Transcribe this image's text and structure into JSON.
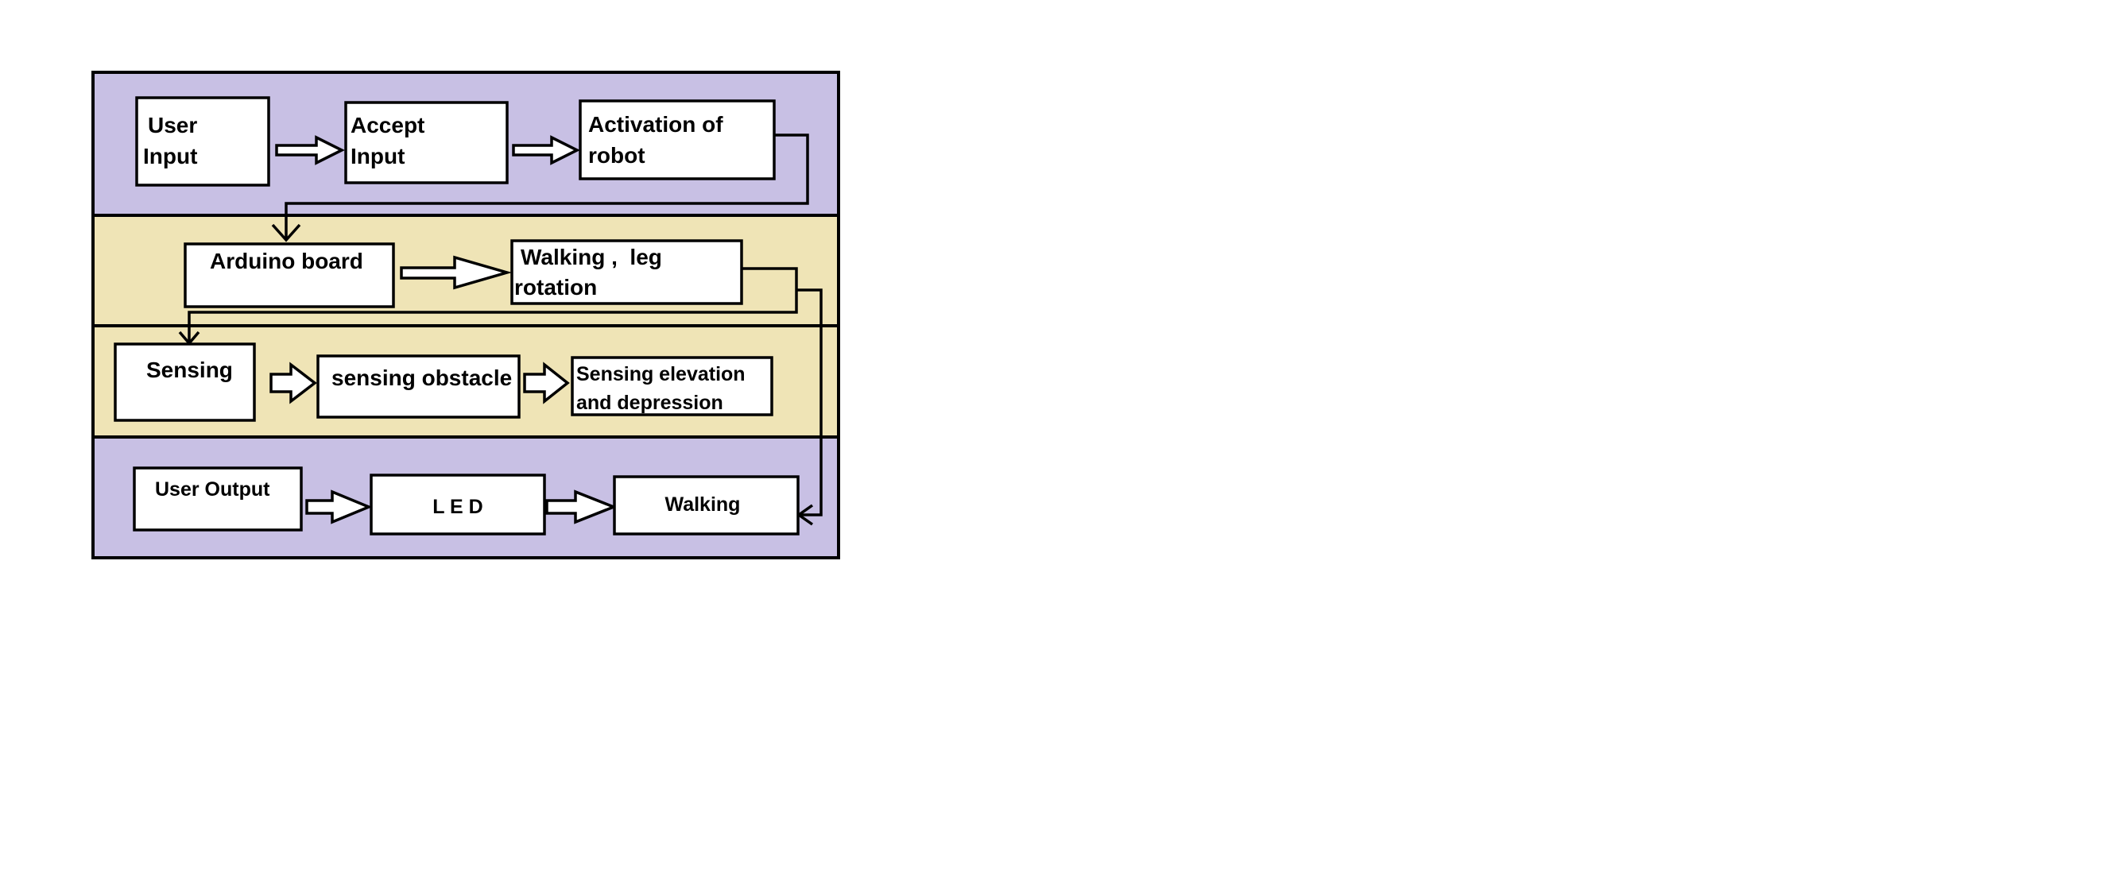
{
  "colors": {
    "band_purple": "#c8c0e4",
    "band_yellow": "#efe4b6",
    "box_fill": "#ffffff",
    "stroke": "#000000"
  },
  "diagram": {
    "rows": [
      {
        "band": "purple",
        "nodes": [
          {
            "id": "user-input",
            "lines": [
              "User",
              "Input"
            ]
          },
          {
            "id": "accept-input",
            "lines": [
              "Accept",
              "Input"
            ]
          },
          {
            "id": "activation-of-robot",
            "lines": [
              "Activation of",
              "robot"
            ]
          }
        ]
      },
      {
        "band": "yellow",
        "nodes": [
          {
            "id": "arduino-board",
            "lines": [
              "Arduino board"
            ]
          },
          {
            "id": "walking-leg-rotation",
            "lines": [
              "Walking ,  leg",
              "rotation"
            ]
          }
        ]
      },
      {
        "band": "yellow",
        "nodes": [
          {
            "id": "sensing",
            "lines": [
              "Sensing"
            ]
          },
          {
            "id": "sensing-obstacle",
            "lines": [
              "sensing obstacle"
            ]
          },
          {
            "id": "sensing-elevation-and-depression",
            "lines": [
              "Sensing elevation",
              "and depression"
            ]
          }
        ]
      },
      {
        "band": "purple",
        "nodes": [
          {
            "id": "user-output",
            "lines": [
              "User Output"
            ]
          },
          {
            "id": "led",
            "lines": [
              "L E D"
            ]
          },
          {
            "id": "walking",
            "lines": [
              "Walking"
            ]
          }
        ]
      }
    ],
    "edges": [
      {
        "from": "user-input",
        "to": "accept-input",
        "style": "block-arrow"
      },
      {
        "from": "accept-input",
        "to": "activation-of-robot",
        "style": "block-arrow"
      },
      {
        "from": "activation-of-robot",
        "to": "arduino-board",
        "style": "connector"
      },
      {
        "from": "arduino-board",
        "to": "walking-leg-rotation",
        "style": "block-arrow"
      },
      {
        "from": "walking-leg-rotation",
        "to": "sensing",
        "style": "connector"
      },
      {
        "from": "walking-leg-rotation",
        "to": "walking",
        "style": "connector"
      },
      {
        "from": "sensing",
        "to": "sensing-obstacle",
        "style": "block-arrow"
      },
      {
        "from": "sensing-obstacle",
        "to": "sensing-elevation-and-depression",
        "style": "block-arrow"
      },
      {
        "from": "user-output",
        "to": "led",
        "style": "block-arrow"
      },
      {
        "from": "led",
        "to": "walking",
        "style": "block-arrow"
      }
    ]
  }
}
